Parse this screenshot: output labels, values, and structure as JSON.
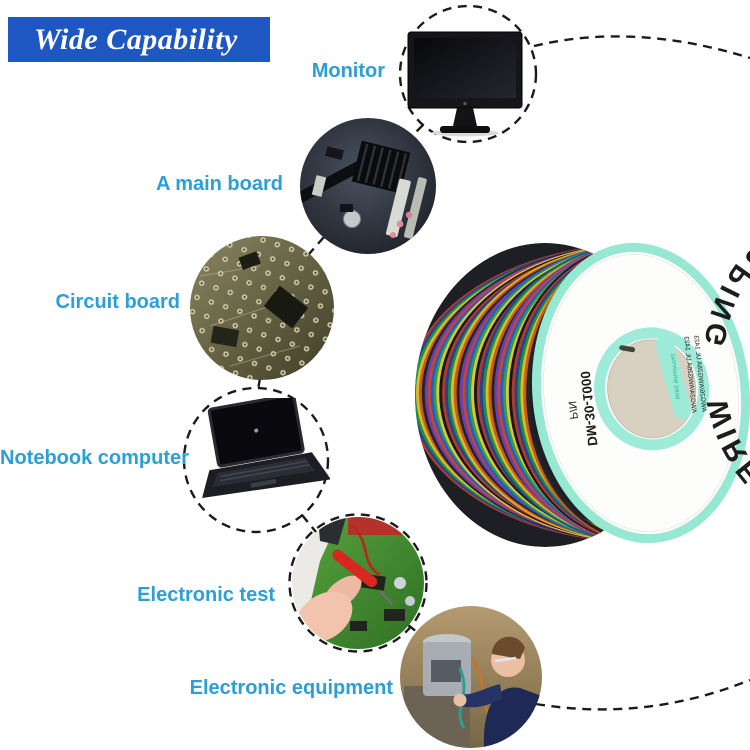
{
  "title": {
    "text": "Wide Capability"
  },
  "labels": {
    "monitor": "Monitor",
    "main_board": "A main board",
    "circuit_board": "Circuit board",
    "notebook": "Notebook computer",
    "electronic_test": "Electronic test",
    "electronic_equipment": "Electronic equipment"
  },
  "spool": {
    "ring_text": "WIRE WRAPPING",
    "pn_label": "P/N",
    "pn_value": "DM-30-1000",
    "tag_text": "WIRE WRAPPING",
    "spec_line1": "AWG24/AWG26A UL 1423",
    "spec_line2": "AWG26/AWG28A UL 1423"
  },
  "colors": {
    "banner_bg": "#1e56c2",
    "banner_text": "#ffffff",
    "label_text": "#2b9fd6",
    "dash": "#1b1b1b",
    "rim": "#96e8d2",
    "face": "#fdfdfc",
    "hub_ring": "#9debd8",
    "hub_fill": "#d8d1c1",
    "tag_fill": "#9debd6",
    "ring_text_color": "#1c1c1c",
    "wire_palette": [
      "#b03a2e",
      "#27408f",
      "#1e8f46",
      "#d9bb2c",
      "#cc5a1a",
      "#23242a",
      "#6a3fae",
      "#c8452e",
      "#2e57c4",
      "#27a050",
      "#e0c43a",
      "#15161a"
    ]
  }
}
